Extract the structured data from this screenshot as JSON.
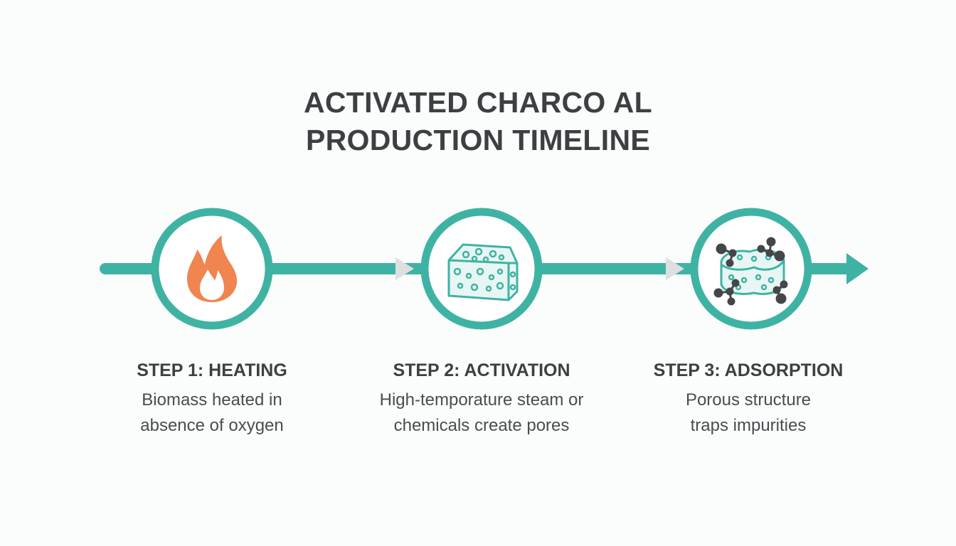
{
  "title": {
    "line1": "ACTIVATED CHARCO AL",
    "line2": "PRODUCTION TIMELINE"
  },
  "colors": {
    "teal": "#3fb3a3",
    "orange": "#f08550",
    "dark": "#3d3f42",
    "node": "#444649"
  },
  "steps": [
    {
      "title": "STEP 1: HEATING",
      "desc_line1": "Biomass heated in",
      "desc_line2": "absence of oxygen",
      "icon": "flame-icon"
    },
    {
      "title": "STEP 2: ACTIVATION",
      "desc_line1": "High-temporature steam or",
      "desc_line2": "chemicals create pores",
      "icon": "porous-block-icon"
    },
    {
      "title": "STEP 3: ADSORPTION",
      "desc_line1": "Porous structure",
      "desc_line2": "traps impurities",
      "icon": "adsorption-molecules-icon"
    }
  ]
}
